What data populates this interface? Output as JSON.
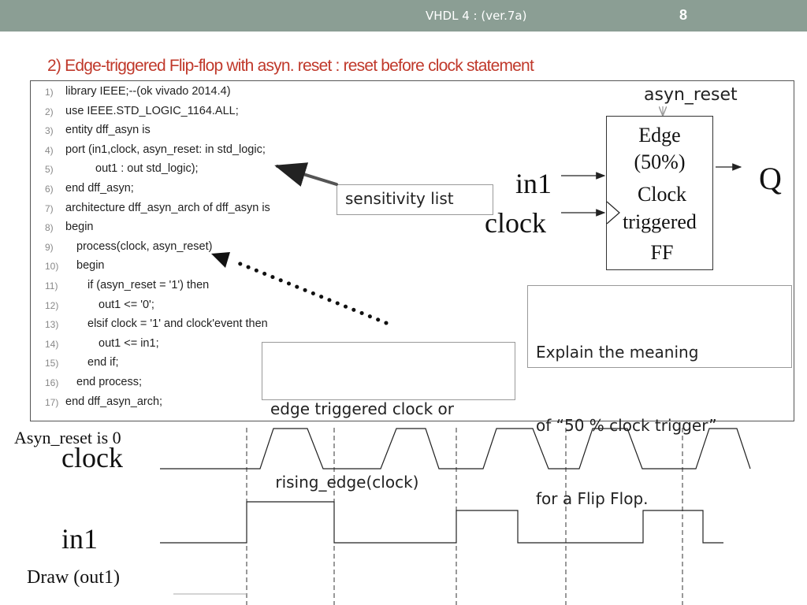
{
  "header": {
    "title": "VHDL 4 : (ver.7a)",
    "page_number": "8"
  },
  "slide_title": "2) Edge-triggered Flip-flop with asyn. reset : reset before clock statement",
  "code": [
    {
      "n": "1)",
      "text": "library IEEE;--(ok vivado 2014.4)",
      "indent": 0
    },
    {
      "n": "2)",
      "text": "use IEEE.STD_LOGIC_1164.ALL;",
      "indent": 0
    },
    {
      "n": "3)",
      "text": "entity dff_asyn is",
      "indent": 0
    },
    {
      "n": "4)",
      "text": "port (in1,clock, asyn_reset: in std_logic;",
      "indent": 0
    },
    {
      "n": "5)",
      "text": "out1 : out std_logic);",
      "indent": 38
    },
    {
      "n": "6)",
      "text": "end dff_asyn;",
      "indent": 0
    },
    {
      "n": "7)",
      "text": "architecture dff_asyn_arch of dff_asyn is",
      "indent": 0
    },
    {
      "n": "8)",
      "text": "begin",
      "indent": 0
    },
    {
      "n": "9)",
      "text": "process(clock, asyn_reset)",
      "indent": 14
    },
    {
      "n": "10)",
      "text": "begin",
      "indent": 14
    },
    {
      "n": "11)",
      "text": "if (asyn_reset = '1') then",
      "indent": 28
    },
    {
      "n": "12)",
      "text": "out1 <= '0';",
      "indent": 42
    },
    {
      "n": "13)",
      "text": "elsif clock = '1' and clock'event then",
      "indent": 28
    },
    {
      "n": "14)",
      "text": "out1 <= in1;",
      "indent": 42
    },
    {
      "n": "15)",
      "text": "end if;",
      "indent": 28
    },
    {
      "n": "16)",
      "text": "end process;",
      "indent": 14
    },
    {
      "n": "17)",
      "text": "end dff_asyn_arch;",
      "indent": 0
    }
  ],
  "callouts": {
    "sensitivity": "sensitivity list",
    "edge_line1": "edge triggered clock or",
    "edge_line2": " rising_edge(clock)",
    "explain_line1": "Explain the meaning",
    "explain_line2": "of “50 % clock trigger”",
    "explain_line3": "for a Flip Flop."
  },
  "ff_block": {
    "asyn_reset": "asyn_reset",
    "box_line1": "Edge",
    "box_line2": "(50%)",
    "box_line3": "Clock",
    "box_line4": "triggered",
    "box_line5": "FF",
    "input1": "in1",
    "input2": "clock",
    "output": "Q"
  },
  "timing": {
    "reset_note": "Asyn_reset is 0",
    "clock_label": "clock",
    "in1_label": "in1",
    "out1_label": "Draw (out1)"
  },
  "colors": {
    "topbar": "#8b9e94",
    "title": "#c0392b"
  }
}
